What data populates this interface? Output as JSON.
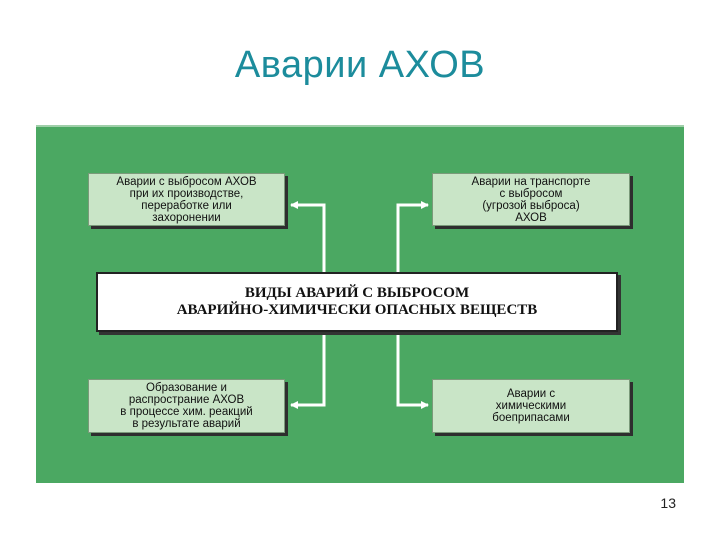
{
  "slide": {
    "title": "Аварии АХОВ",
    "page_number": "13"
  },
  "diagram": {
    "center": "ВИДЫ АВАРИЙ С ВЫБРОСОМ\nАВАРИЙНО-ХИМИЧЕСКИ ОПАСНЫХ ВЕЩЕСТВ",
    "top_left": "Аварии с выбросом АХОВ\nпри их производстве,\nпереработке или\nзахоронении",
    "top_right": "Аварии на транспорте\nс выбросом\n(угрозой выброса)\nАХОВ",
    "bottom_left": "Образование и\nраспространие АХОВ\nв процессе хим. реакций\nв результате аварий",
    "bottom_right": "Аварии с\nхимическими\nбоеприпасами"
  },
  "colors": {
    "title": "#1c8c9c",
    "panel": "#4ba862",
    "box_fill": "#c9e5c7",
    "connector": "#ffffff"
  }
}
